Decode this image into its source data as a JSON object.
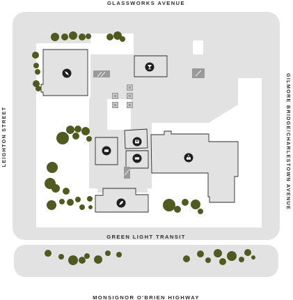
{
  "streets": {
    "north": "GLASSWORKS AVENUE",
    "west": "LEIGHTON STREET",
    "east": "GILMORE BRIDGE/CHARLESTOWN AVENUE",
    "transit": "GREEN LIGHT TRANSIT",
    "south": "MONSIGNOR O'BRIEN HIGHWAY"
  },
  "colors": {
    "ground": "#e2e2e2",
    "building_outline": "#2b2b2b",
    "marker": "#1f1f1f",
    "tree": "#4e5a1f",
    "stair": "#9a9a9a"
  },
  "markers": [
    {
      "id": "northwest-building",
      "icon": "pen-nib-icon"
    },
    {
      "id": "north-building",
      "icon": "martini-glass-icon"
    },
    {
      "id": "west-building",
      "icon": "cup-icon"
    },
    {
      "id": "center-north-building",
      "icon": "theater-icon"
    },
    {
      "id": "center-south-building",
      "icon": "ticket-icon"
    },
    {
      "id": "east-building",
      "icon": "cake-icon"
    },
    {
      "id": "south-building",
      "icon": "feather-icon"
    }
  ]
}
